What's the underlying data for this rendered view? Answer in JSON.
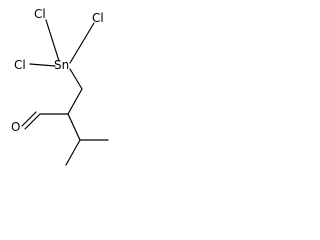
{
  "structure": {
    "atoms": {
      "tin": "Sn",
      "chlorine_top_left": "Cl",
      "chlorine_top_right": "Cl",
      "chlorine_left": "Cl",
      "oxygen": "O"
    },
    "colors": {
      "bond": "#000000",
      "label": "#000000",
      "background": "#ffffff"
    }
  }
}
